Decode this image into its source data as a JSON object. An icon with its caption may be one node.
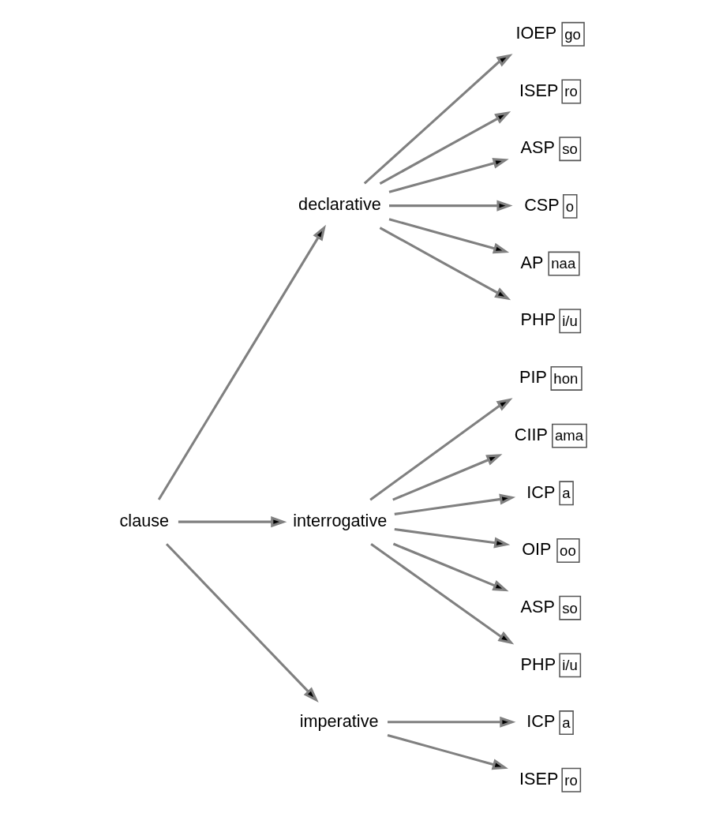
{
  "diagram": {
    "nodes": [
      {
        "text": [
          "clause"
        ]
      },
      {
        "text": [
          "declarative"
        ]
      },
      {
        "text": [
          "interrogative"
        ]
      },
      {
        "text": [
          "imperative"
        ]
      },
      {
        "text": [
          "IOEP",
          "go"
        ]
      },
      {
        "text": [
          "ISEP",
          "ro"
        ]
      },
      {
        "text": [
          "ASP",
          "so"
        ]
      },
      {
        "text": [
          "CSP",
          "o"
        ]
      },
      {
        "text": [
          "AP",
          "naa"
        ]
      },
      {
        "text": [
          "PHP",
          "i/u"
        ]
      },
      {
        "text": [
          "PIP",
          "hon"
        ]
      },
      {
        "text": [
          "CIIP",
          "ama"
        ]
      },
      {
        "text": [
          "ICP",
          "a"
        ]
      },
      {
        "text": [
          "OIP",
          "oo"
        ]
      },
      {
        "text": [
          "ASP",
          "so"
        ]
      },
      {
        "text": [
          "PHP",
          "i/u"
        ]
      },
      {
        "text": [
          "ICP",
          "a"
        ]
      },
      {
        "text": [
          "ISEP",
          "ro"
        ]
      }
    ],
    "edges": [
      {
        "from": 0,
        "to": 1,
        "arrow": "to"
      },
      {
        "from": 0,
        "to": 2,
        "arrow": "to"
      },
      {
        "from": 0,
        "to": 3,
        "arrow": "to"
      },
      {
        "from": 1,
        "to": 4,
        "arrow": "to"
      },
      {
        "from": 1,
        "to": 5,
        "arrow": "to"
      },
      {
        "from": 1,
        "to": 6,
        "arrow": "to"
      },
      {
        "from": 1,
        "to": 7,
        "arrow": "to"
      },
      {
        "from": 1,
        "to": 8,
        "arrow": "to"
      },
      {
        "from": 1,
        "to": 9,
        "arrow": "to"
      },
      {
        "from": 2,
        "to": 10,
        "arrow": "to"
      },
      {
        "from": 2,
        "to": 11,
        "arrow": "to"
      },
      {
        "from": 2,
        "to": 12,
        "arrow": "to"
      },
      {
        "from": 2,
        "to": 13,
        "arrow": "to"
      },
      {
        "from": 2,
        "to": 14,
        "arrow": "to"
      },
      {
        "from": 2,
        "to": 15,
        "arrow": "to"
      },
      {
        "from": 3,
        "to": 16,
        "arrow": "to"
      },
      {
        "from": 3,
        "to": 17,
        "arrow": "to"
      }
    ]
  }
}
